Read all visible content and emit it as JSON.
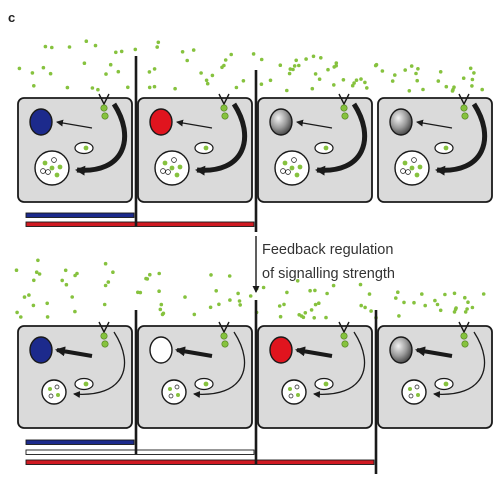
{
  "panel_label": "c",
  "annotation": {
    "line1": "Feedback regulation",
    "line2": "of signalling strength"
  },
  "rows": [
    {
      "id": "top",
      "nuclei": [
        {
          "color": "#1c2a8c",
          "style": "solid"
        },
        {
          "color": "#e0141e",
          "style": "solid"
        },
        {
          "color": "#8a8a8a",
          "style": "gradient"
        },
        {
          "color": "#8a8a8a",
          "style": "gradient"
        }
      ],
      "range_bars": [
        {
          "color": "#1c2a8c",
          "extent_cells": 1
        },
        {
          "color": "#d01a22",
          "extent_cells": 2
        }
      ]
    },
    {
      "id": "bottom",
      "nuclei": [
        {
          "color": "#1c2a8c",
          "style": "solid"
        },
        {
          "color": "#ffffff",
          "style": "outline"
        },
        {
          "color": "#e0141e",
          "style": "solid"
        },
        {
          "color": "#8a8a8a",
          "style": "gradient"
        }
      ],
      "range_bars": [
        {
          "color": "#1c2a8c",
          "extent_cells": 1
        },
        {
          "color": "#ffffff",
          "extent_cells": 2
        },
        {
          "color": "#d01a22",
          "extent_cells": 3
        }
      ]
    }
  ],
  "colors": {
    "ligand_green": "#86c23e",
    "cell_fill": "#dadada",
    "outline": "#1a1a1a"
  }
}
